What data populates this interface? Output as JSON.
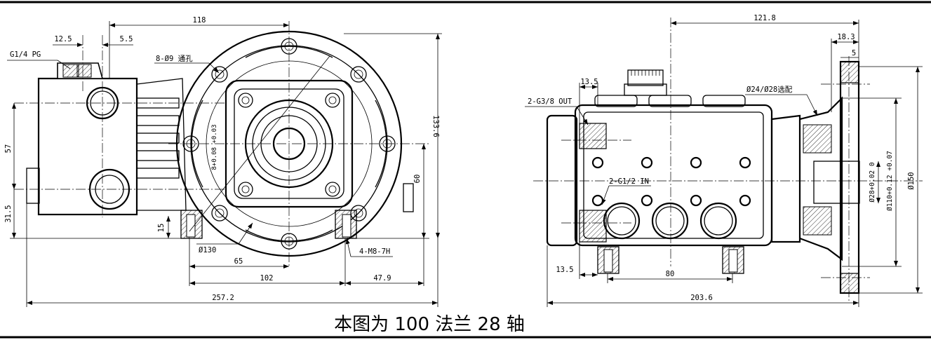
{
  "caption": "本图为 100 法兰 28 轴",
  "left_view": {
    "dims": {
      "width_top": "118",
      "offset_a": "12.5",
      "offset_b": "5.5",
      "port_pg": "G1/4 PG",
      "holes": "8-Ø9 通孔",
      "height_57": "57",
      "height_31_5": "31.5",
      "height_15": "15",
      "height_60": "60",
      "height_133_6": "133.6",
      "key_width": "8+0.08 +0.03",
      "circle_130": "Ø130",
      "base_65": "65",
      "base_102": "102",
      "base_47_9": "47.9",
      "overall": "257.2",
      "mount_thread": "4-M8-7H"
    }
  },
  "right_view": {
    "dims": {
      "width_top": "121.8",
      "offset_18_3": "18.3",
      "offset_5": "5",
      "offset_13_5_top": "13.5",
      "outlet": "2-G3/8 OUT",
      "shaft_options": "Ø24/Ø28选配",
      "inlet": "2-G1/2 IN",
      "shaft_dia": "Ø28+0.02 0",
      "pilot_dia": "Ø110+0.12 +0.07",
      "flange_dia": "Ø150",
      "offset_13_5_bottom": "13.5",
      "base_80": "80",
      "overall": "203.6"
    }
  }
}
